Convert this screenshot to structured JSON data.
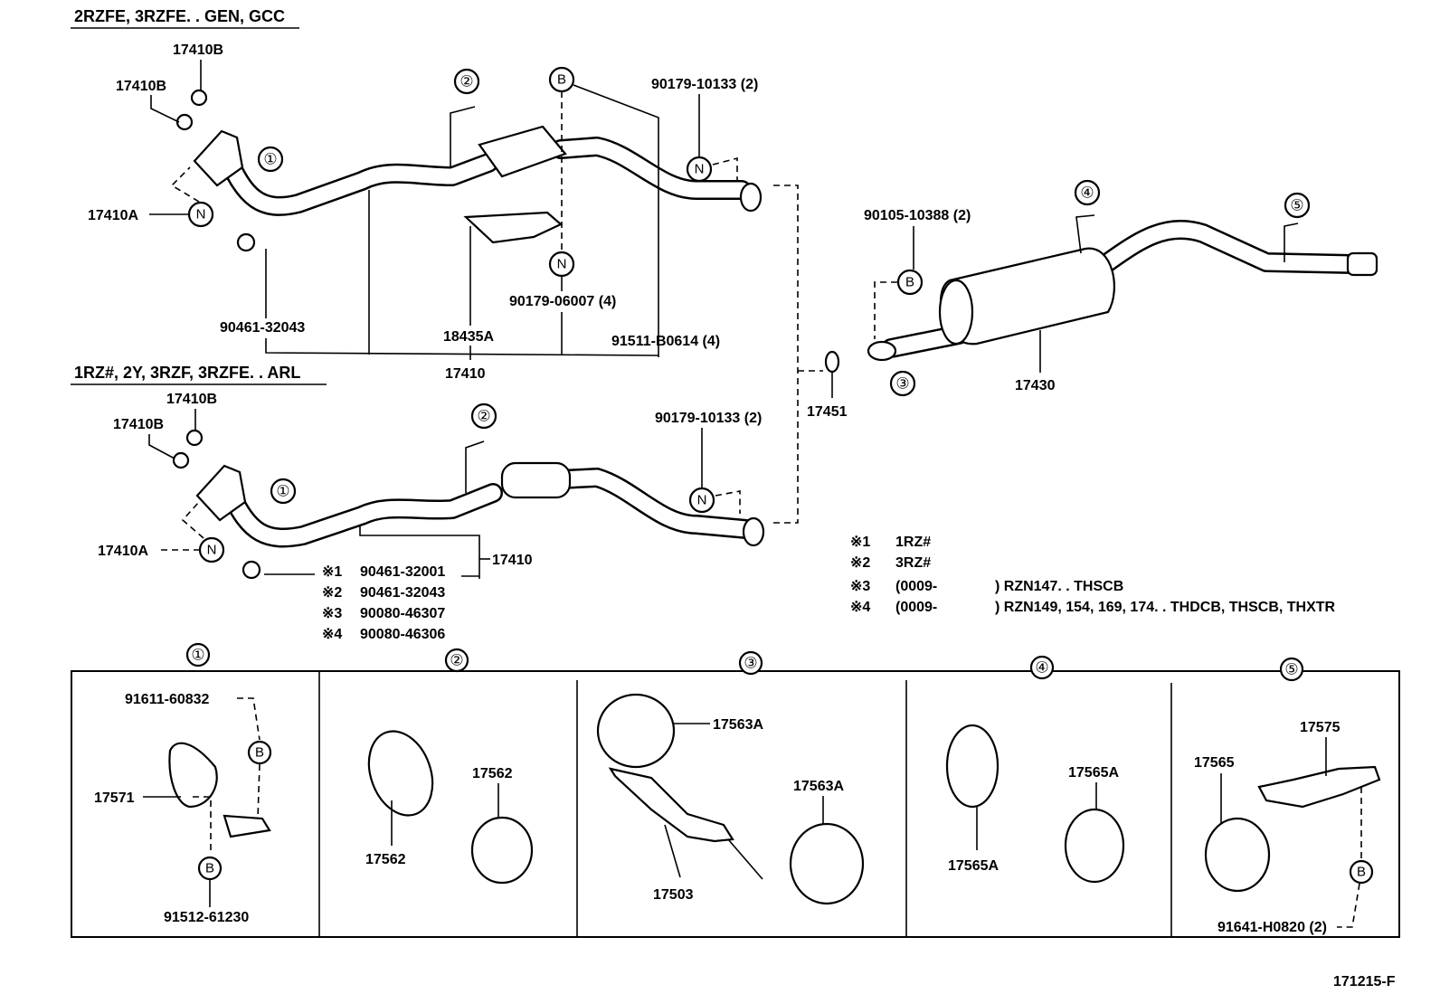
{
  "headers": {
    "section1": "2RZFE, 3RZFE. . GEN, GCC",
    "section2": "1RZ#, 2Y, 3RZF, 3RZFE. . ARL"
  },
  "markers": {
    "B": "B",
    "N": "N",
    "c1": "①",
    "c2": "②",
    "c3": "③",
    "c4": "④",
    "c5": "⑤"
  },
  "upper": {
    "gasket_a": "17410B",
    "gasket_b": "17410B",
    "nut_a": "17410A",
    "bolt_top": "90179-10133 (2)",
    "clamp": "90461-32043",
    "heat_insulator": "18435A",
    "nut_b": "90179-06007 (4)",
    "bolt_b": "91511-B0614 (4)",
    "pipe": "17410"
  },
  "lower": {
    "gasket_a": "17410B",
    "gasket_b": "17410B",
    "nut_a": "17410A",
    "bolt_top": "90179-10133 (2)",
    "pipe": "17410",
    "clamps": [
      {
        "mark": "※1",
        "part": "90461-32001"
      },
      {
        "mark": "※2",
        "part": "90461-32043"
      },
      {
        "mark": "※3",
        "part": "90080-46307"
      },
      {
        "mark": "※4",
        "part": "90080-46306"
      }
    ]
  },
  "rear": {
    "gasket": "17451",
    "bolt": "90105-10388 (2)",
    "muffler": "17430"
  },
  "notes": [
    {
      "mark": "※1",
      "text": "1RZ#",
      "detail": ""
    },
    {
      "mark": "※2",
      "text": "3RZ#",
      "detail": ""
    },
    {
      "mark": "※3",
      "text": "(0009-",
      "detail": ") RZN147. . THSCB"
    },
    {
      "mark": "※4",
      "text": "(0009-",
      "detail": ") RZN149, 154, 169, 174. . THDCB, THSCB, THXTR"
    }
  ],
  "details": {
    "d1": {
      "bolt": "91611-60832",
      "bracket": "17571",
      "nut": "91512-61230"
    },
    "d2": {
      "cushion_a": "17562",
      "cushion_b": "17562"
    },
    "d3": {
      "cushion_a": "17563A",
      "cushion_b": "17563A",
      "bracket": "17503"
    },
    "d4": {
      "cushion_a": "17565A",
      "cushion_b": "17565A"
    },
    "d5": {
      "bracket": "17575",
      "cushion": "17565",
      "bolt": "91641-H0820 (2)"
    }
  },
  "figure_id": "171215-F"
}
